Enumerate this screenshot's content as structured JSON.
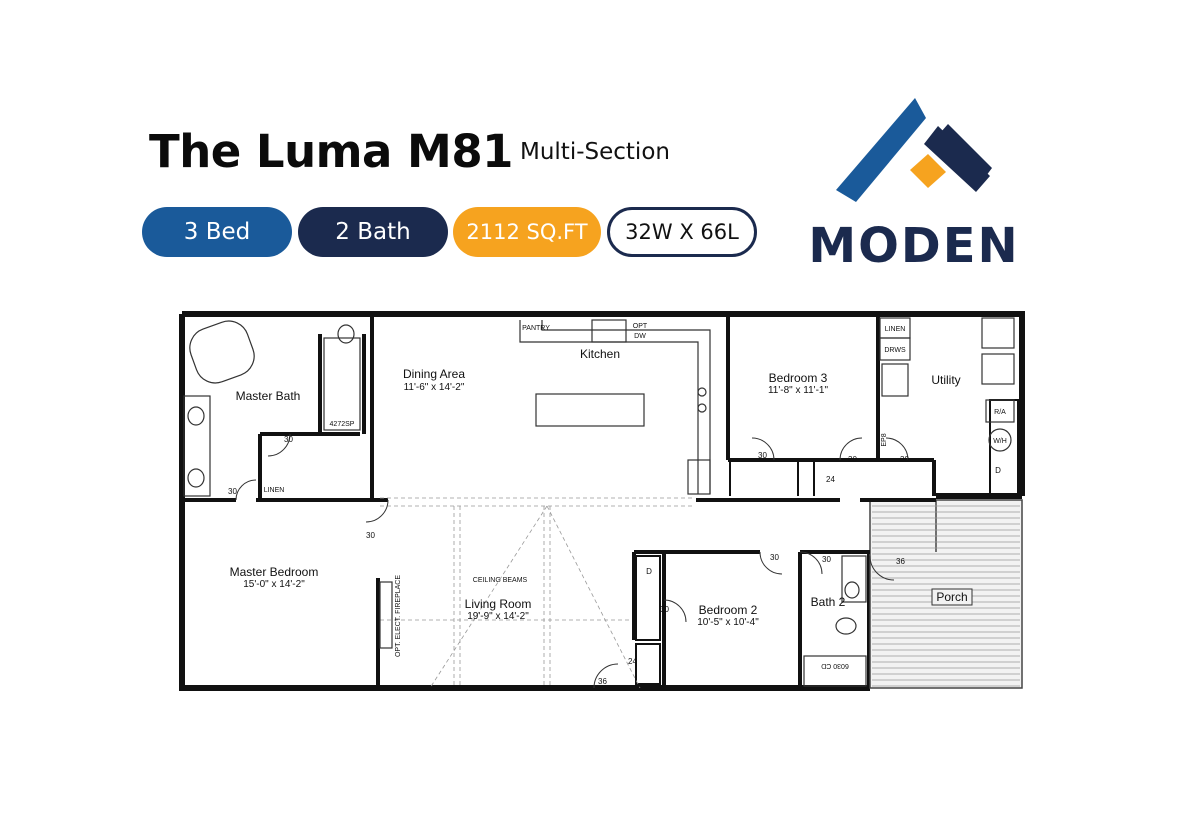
{
  "header": {
    "title": "The Luma M81",
    "subtitle": "Multi-Section"
  },
  "badges": {
    "beds": "3 Bed",
    "baths": "2 Bath",
    "sqft": "2112 SQ.FT",
    "dimensions": "32W X 66L"
  },
  "brand": {
    "name": "MODEN",
    "colors": {
      "blue": "#1a5a9a",
      "navy": "#1b2a4e",
      "orange": "#f6a31f"
    }
  },
  "plan": {
    "rooms": {
      "master_bath": "Master Bath",
      "dining": "Dining Area",
      "dining_size": "11'-6\" x 14'-2\"",
      "kitchen": "Kitchen",
      "bedroom3": "Bedroom 3",
      "bedroom3_size": "11'-8\" x 11'-1\"",
      "utility": "Utility",
      "master_bedroom": "Master Bedroom",
      "master_bedroom_size": "15'-0\" x 14'-2\"",
      "living": "Living Room",
      "living_size": "19'-9\" x 14'-2\"",
      "bedroom2": "Bedroom 2",
      "bedroom2_size": "10'-5\" x 10'-4\"",
      "bath2": "Bath 2",
      "porch": "Porch"
    },
    "fixtures": {
      "pantry": "PANTRY",
      "opt": "OPT",
      "dw": "DW",
      "linen_master": "LINEN",
      "linen_utility": "LINEN",
      "drws": "DRWS",
      "ra": "R/A",
      "wh": "W/H",
      "d_utility": "D",
      "d_bed2": "D",
      "shower": "4272SP",
      "tub": "6030 CD",
      "ceiling_beams": "CEILING BEAMS",
      "fireplace": "OPT. ELECT. FIREPLACE",
      "eps": "EP8"
    },
    "doors": {
      "master_bath": "30",
      "master_bath_entry": "30",
      "master_bed": "30",
      "bed3_closet": "30",
      "bed3": "30",
      "utility": "30",
      "hall_closet": "24",
      "bed2": "30",
      "bed2_closet": "30",
      "bath2": "30",
      "entry": "36",
      "porch": "36",
      "bed2_lower_closet": "24"
    }
  }
}
